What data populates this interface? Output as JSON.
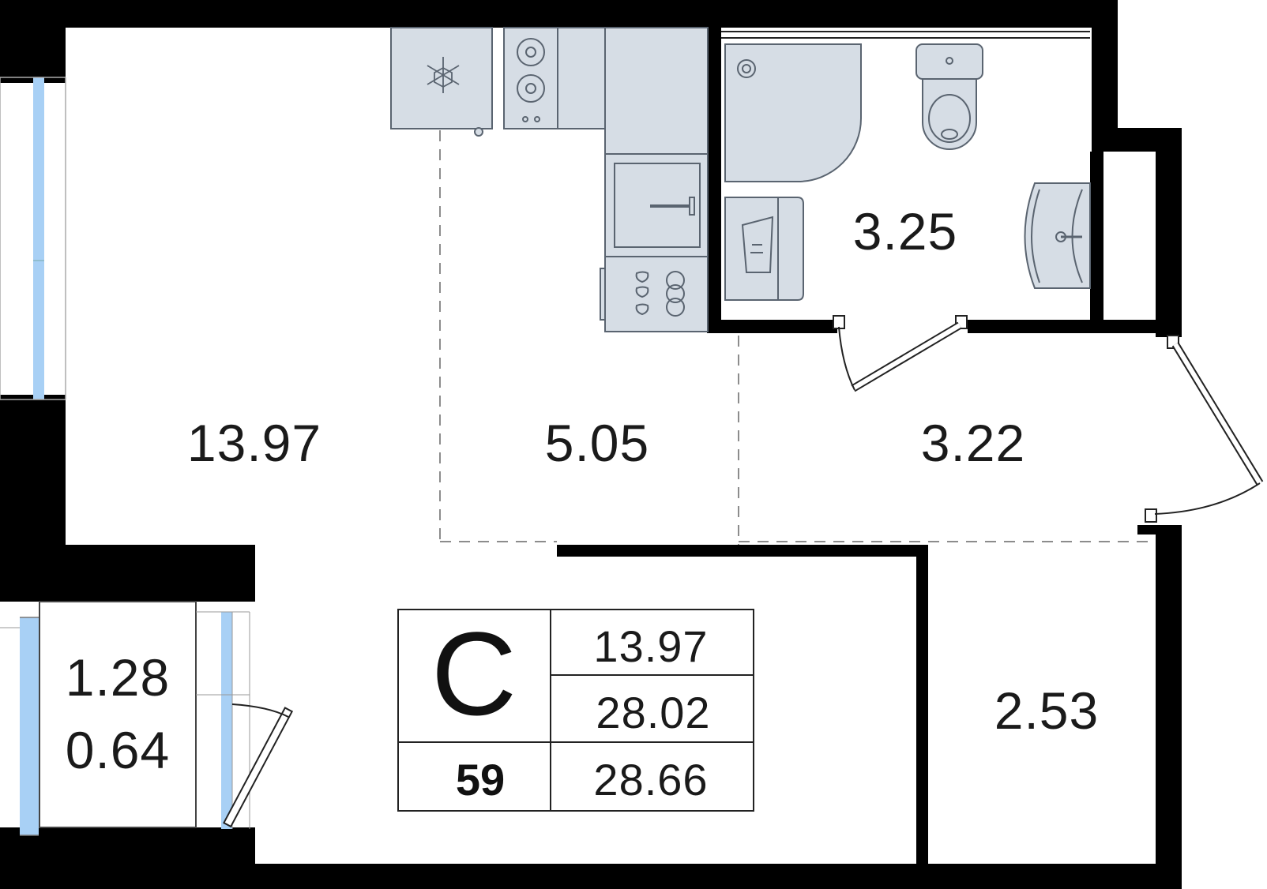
{
  "colors": {
    "wall": "#000000",
    "floor": "#ffffff",
    "fixture_fill": "#d6dde5",
    "fixture_stroke": "#5a6470",
    "glass": "#a8d0f5"
  },
  "rooms": {
    "living": "13.97",
    "kitchen": "5.05",
    "bathroom": "3.25",
    "hallway": "3.22",
    "storage": "2.53",
    "balcony_area": "1.28",
    "balcony_reduced": "0.64"
  },
  "info": {
    "type_letter": "С",
    "living_area": "13.97",
    "total_area": "28.02",
    "total_with_balcony": "28.66",
    "apartment_number": "59"
  },
  "icons": [
    "freezer-snowflake-icon",
    "stove-icon",
    "sink-icon",
    "cooktop-icon",
    "shower-icon",
    "toilet-icon",
    "washbasin-icon",
    "washing-machine-icon"
  ]
}
